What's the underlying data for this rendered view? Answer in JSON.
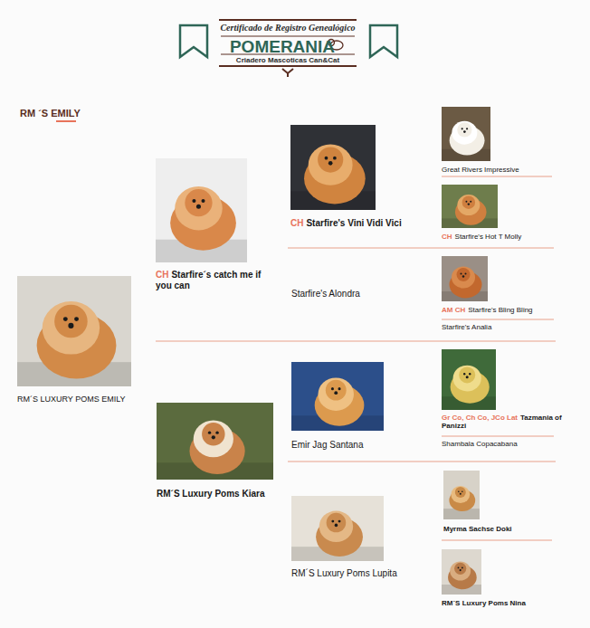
{
  "diagram": {
    "title": "RM ´S EMILY",
    "nodes": [
      {
        "text": [
          "RM´S LUXURY POMS EMILY"
        ]
      },
      {
        "text": [
          "CH",
          "Starfire´s catch me if you can"
        ]
      },
      {
        "text": [
          "RM´S Luxury Poms Kiara"
        ]
      },
      {
        "text": [
          "CH",
          "Starfire's Vini Vidi Vici"
        ]
      },
      {
        "text": [
          "Starfire's Alondra"
        ]
      },
      {
        "text": [
          "Emir Jag Santana"
        ]
      },
      {
        "text": [
          "RM´S Luxury Poms Lupita"
        ]
      },
      {
        "text": [
          "Great Rivers Impressive"
        ]
      },
      {
        "text": [
          "CH",
          "Starfire's Hot T Molly"
        ]
      },
      {
        "text": [
          "AM CH",
          "Starfire's Bling Bling"
        ]
      },
      {
        "text": [
          "Starfire's Analia"
        ]
      },
      {
        "text": [
          "Gr Co, Ch Co, JCo Lat",
          "Tazmania of Panizzi"
        ]
      },
      {
        "text": [
          "Shambala Copacabana"
        ]
      },
      {
        "text": [
          "Myrma Sachse Doki"
        ]
      },
      {
        "text": [
          "RM´S Luxury Poms Nina"
        ]
      }
    ],
    "labels": [
      "Certificado de Registro Genealógico",
      "POMERANIA",
      "Criadero Mascoticas Can&Cat"
    ]
  }
}
